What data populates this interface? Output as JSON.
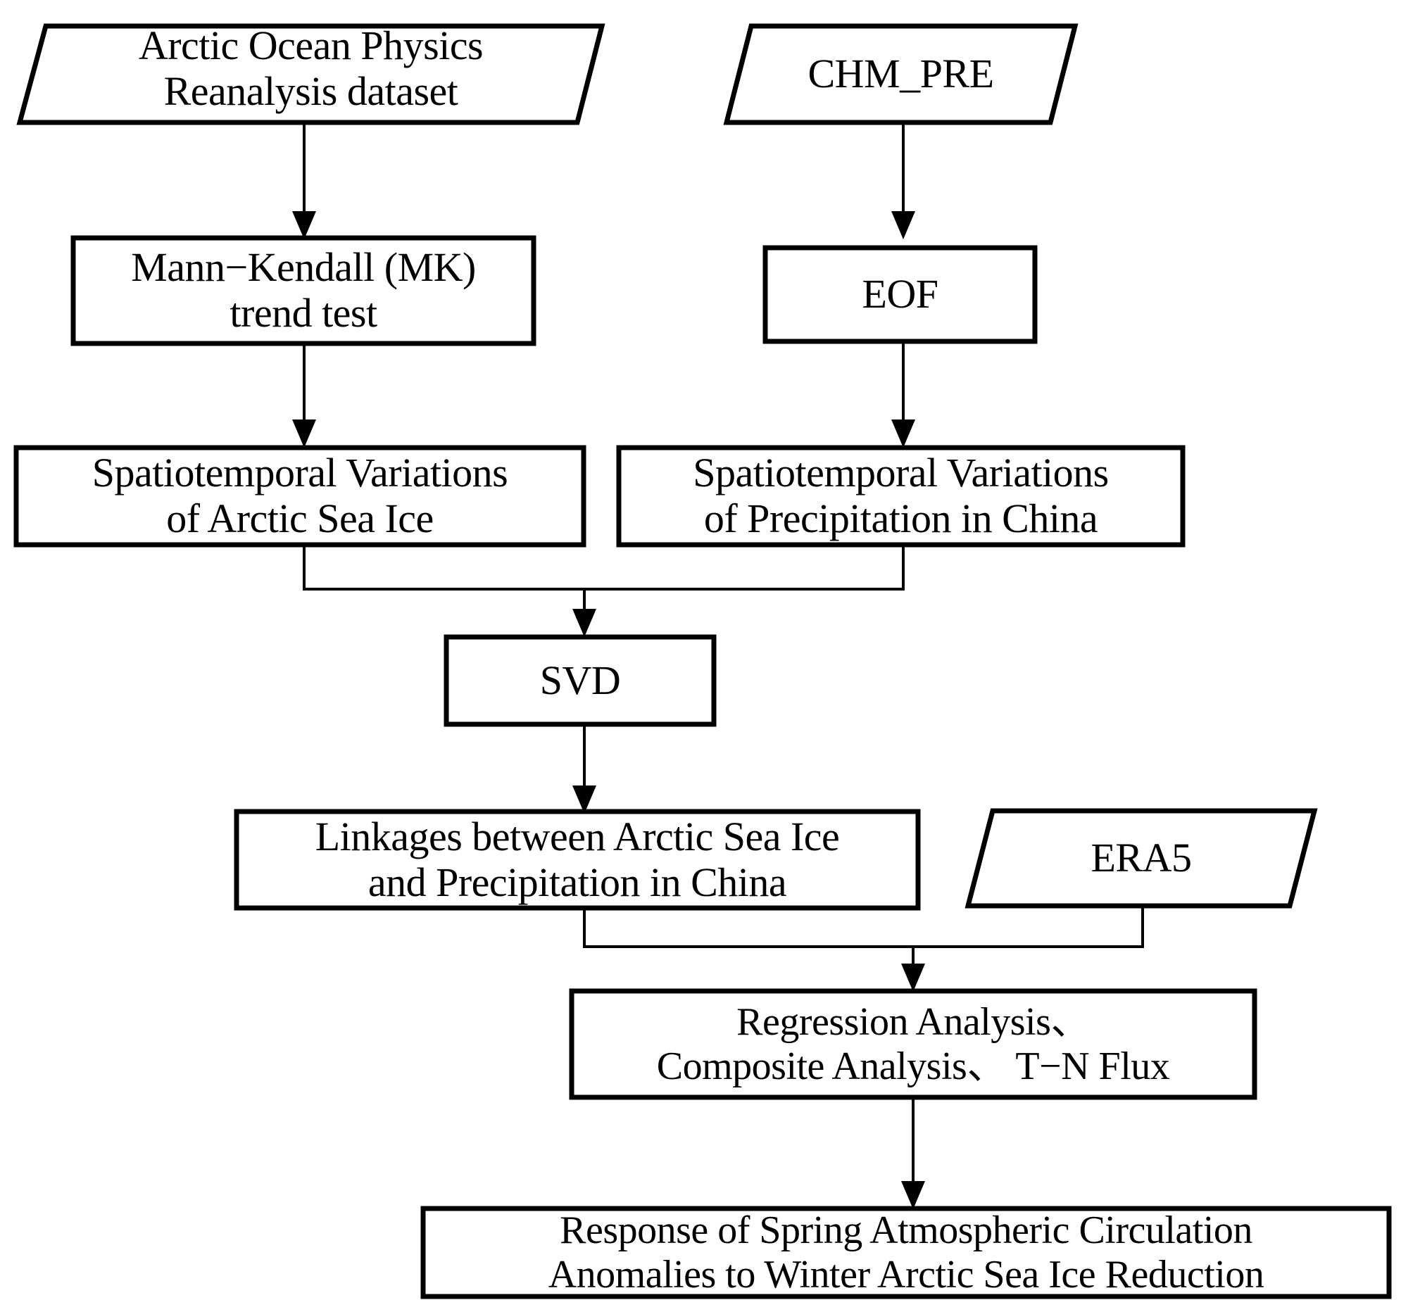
{
  "diagram": {
    "title": "Research methodology flowchart: Arctic Sea Ice and Precipitation in China",
    "stroke_color": "#000000",
    "fill_color": "#ffffff",
    "nodes": [
      {
        "id": "arctic-dataset",
        "shape": "parallelogram",
        "role": "data-input",
        "lines": [
          "Arctic Ocean Physics",
          "Reanalysis dataset"
        ]
      },
      {
        "id": "chm-pre",
        "shape": "parallelogram",
        "role": "data-input",
        "lines": [
          "CHM_PRE"
        ]
      },
      {
        "id": "mk-trend-test",
        "shape": "rectangle",
        "role": "process",
        "lines": [
          "Mann−Kendall (MK)",
          "trend test"
        ]
      },
      {
        "id": "eof",
        "shape": "rectangle",
        "role": "process",
        "lines": [
          "EOF"
        ]
      },
      {
        "id": "spatiotemporal-sea-ice",
        "shape": "rectangle",
        "role": "result",
        "lines": [
          "Spatiotemporal Variations",
          "of Arctic Sea Ice"
        ]
      },
      {
        "id": "spatiotemporal-precip",
        "shape": "rectangle",
        "role": "result",
        "lines": [
          "Spatiotemporal Variations",
          "of Precipitation in China"
        ]
      },
      {
        "id": "svd",
        "shape": "rectangle",
        "role": "process",
        "lines": [
          "SVD"
        ]
      },
      {
        "id": "linkages",
        "shape": "rectangle",
        "role": "result",
        "lines": [
          "Linkages between Arctic Sea Ice",
          "and Precipitation in China"
        ]
      },
      {
        "id": "era5",
        "shape": "parallelogram",
        "role": "data-input",
        "lines": [
          "ERA5"
        ]
      },
      {
        "id": "regression-analysis",
        "shape": "rectangle",
        "role": "process",
        "lines": [
          "Regression Analysis、",
          "Composite Analysis、 T−N Flux"
        ]
      },
      {
        "id": "response-conclusion",
        "shape": "rectangle",
        "role": "result",
        "lines": [
          "Response of Spring Atmospheric Circulation",
          "Anomalies to Winter Arctic Sea Ice Reduction"
        ]
      }
    ],
    "edges": [
      {
        "from": "arctic-dataset",
        "to": "mk-trend-test",
        "style": "straight-arrow"
      },
      {
        "from": "chm-pre",
        "to": "eof",
        "style": "straight-arrow"
      },
      {
        "from": "mk-trend-test",
        "to": "spatiotemporal-sea-ice",
        "style": "straight-arrow"
      },
      {
        "from": "eof",
        "to": "spatiotemporal-precip",
        "style": "straight-arrow"
      },
      {
        "from": "spatiotemporal-sea-ice",
        "to": "svd",
        "style": "elbow-merge-arrow"
      },
      {
        "from": "spatiotemporal-precip",
        "to": "svd",
        "style": "elbow-merge-arrow"
      },
      {
        "from": "svd",
        "to": "linkages",
        "style": "straight-arrow"
      },
      {
        "from": "linkages",
        "to": "regression-analysis",
        "style": "elbow-merge-arrow"
      },
      {
        "from": "era5",
        "to": "regression-analysis",
        "style": "elbow-merge-arrow"
      },
      {
        "from": "regression-analysis",
        "to": "response-conclusion",
        "style": "straight-arrow"
      }
    ]
  }
}
